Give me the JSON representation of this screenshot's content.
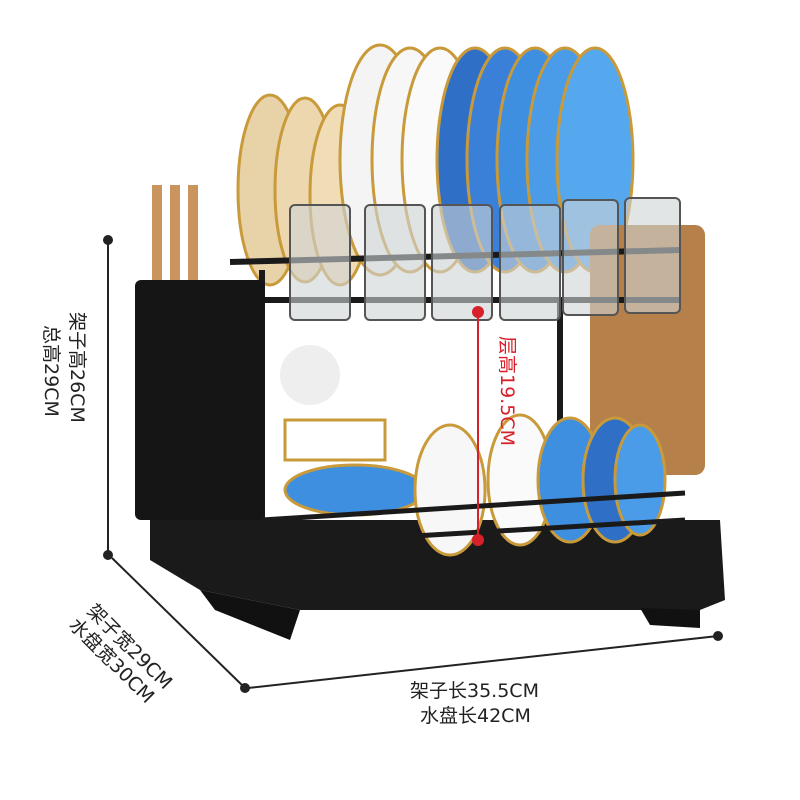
{
  "dimensions": {
    "rack_height": "架子高26CM",
    "total_height": "总高29CM",
    "tier_height": "层高19.5CM",
    "rack_width": "架子宽29CM",
    "tray_width": "水盘宽30CM",
    "rack_length": "架子长35.5CM",
    "tray_length": "水盘长42CM"
  },
  "colors": {
    "accent_red": "#d6202a",
    "rack_black": "#1a1a1a",
    "plate_blue": "#3f8fe0",
    "gold_rim": "#c99a3a"
  }
}
